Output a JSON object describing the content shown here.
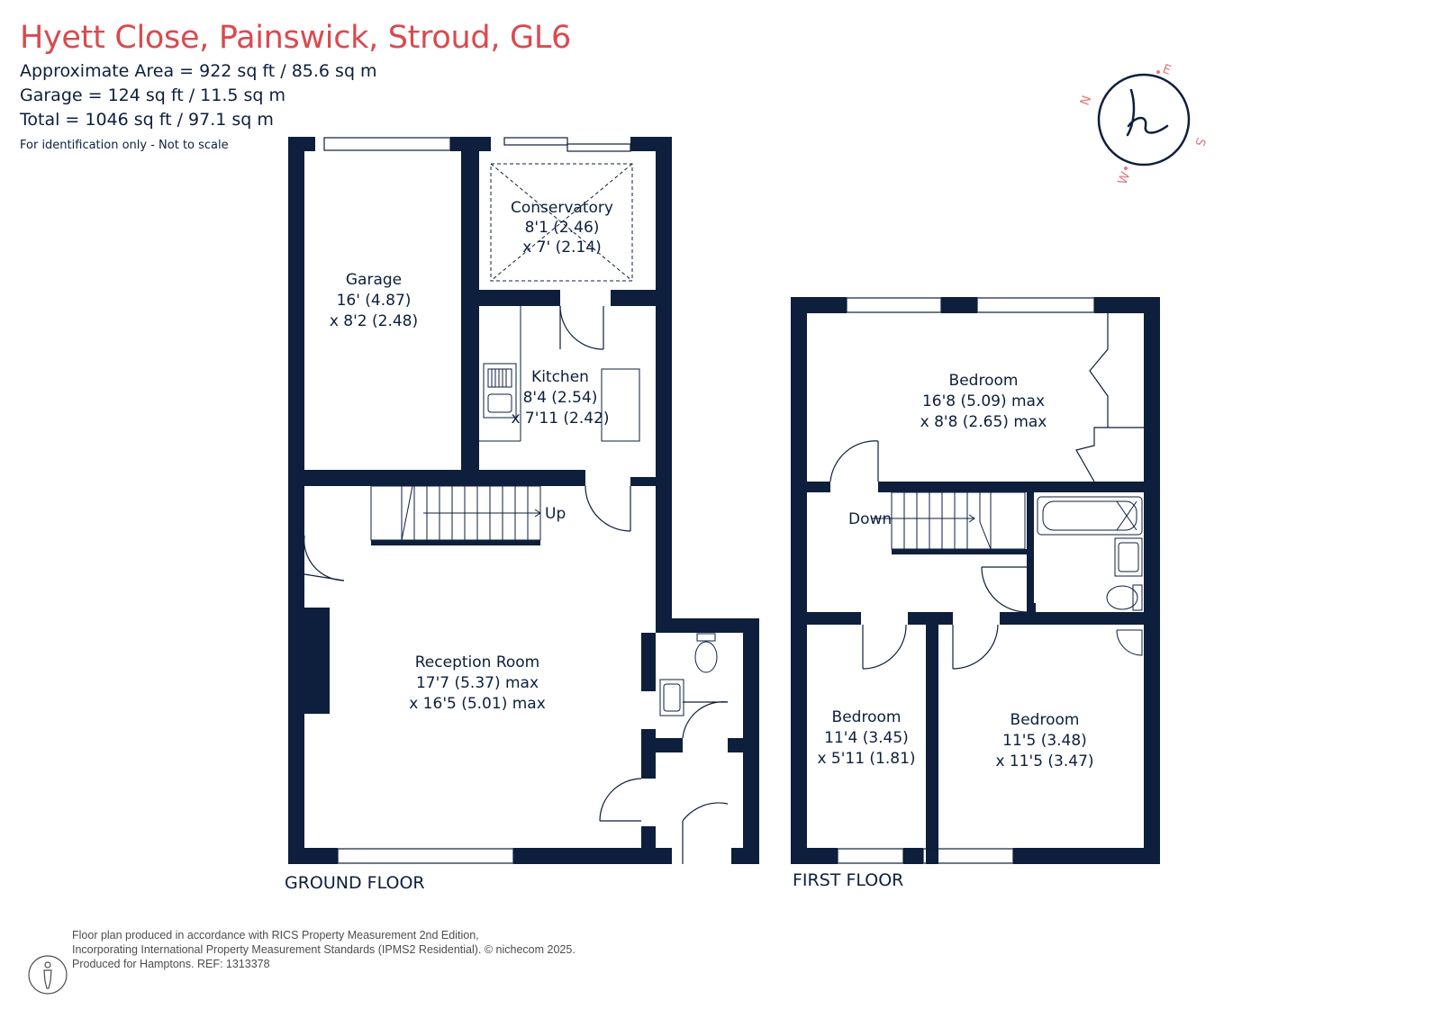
{
  "header": {
    "title": "Hyett Close, Painswick, Stroud, GL6",
    "approx_area": "Approximate Area = 922 sq ft / 85.6 sq m",
    "garage_area": "Garage = 124 sq ft / 11.5 sq m",
    "total_area": "Total = 1046 sq ft / 97.1 sq m",
    "disclaimer": "For identification only - Not to scale"
  },
  "ground_floor": {
    "label": "GROUND FLOOR",
    "garage": {
      "name": "Garage",
      "dim1": "16' (4.87)",
      "dim2": "x 8'2 (2.48)"
    },
    "conservatory": {
      "name": "Conservatory",
      "dim1": "8'1 (2.46)",
      "dim2": "x 7' (2.14)"
    },
    "kitchen": {
      "name": "Kitchen",
      "dim1": "8'4 (2.54)",
      "dim2": "x 7'11 (2.42)"
    },
    "reception": {
      "name": "Reception Room",
      "dim1": "17'7 (5.37)  max",
      "dim2": "x 16'5 (5.01) max"
    },
    "stairs_label": "Up"
  },
  "first_floor": {
    "label": "FIRST FLOOR",
    "bedroom_main": {
      "name": "Bedroom",
      "dim1": "16'8 (5.09) max",
      "dim2": "x 8'8 (2.65) max"
    },
    "bedroom_small": {
      "name": "Bedroom",
      "dim1": "11'4 (3.45)",
      "dim2": "x 5'11 (1.81)"
    },
    "bedroom_mid": {
      "name": "Bedroom",
      "dim1": "11'5 (3.48)",
      "dim2": "x 11'5 (3.47)"
    },
    "stairs_label": "Down"
  },
  "compass": {
    "n": "N",
    "e": "E",
    "s": "S",
    "w": "W",
    "logo": "h"
  },
  "footer": {
    "line1": "Floor plan produced in accordance with RICS Property Measurement 2nd Edition,",
    "line2": "Incorporating International Property Measurement Standards (IPMS2 Residential).   © nichecom 2025.",
    "line3": "Produced for Hamptons.   REF: 1313378",
    "icon": "person-icon"
  },
  "colors": {
    "wall": "#0d1f3c",
    "accent": "#d94a4f",
    "compass": "#e07a7e",
    "footer_text": "#4d4d4d"
  }
}
